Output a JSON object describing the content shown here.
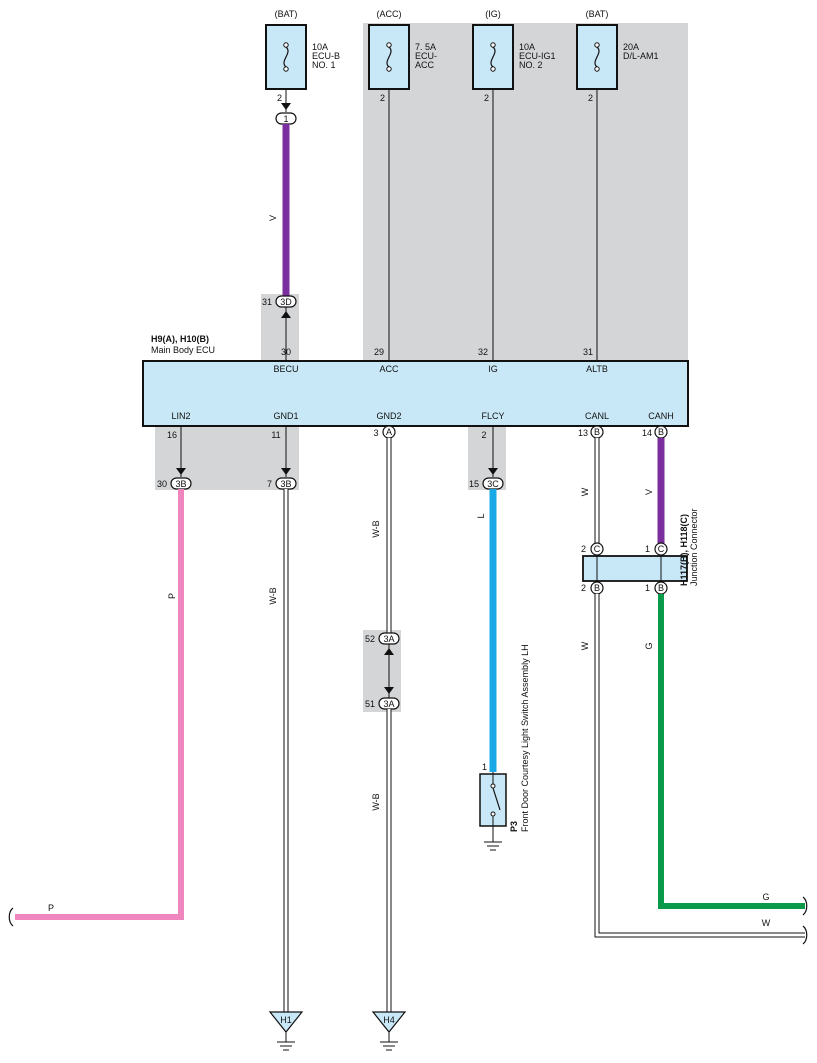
{
  "colors": {
    "violet": "#7b2f9e",
    "pink": "#ef86bd",
    "blue": "#17a9e6",
    "green": "#0a9a4a",
    "white_wire": "#ffffff",
    "panel": "#d4d5d7",
    "ecu_fill": "#c9e8f7",
    "fuse_fill": "#c9e8f7"
  },
  "fuses": [
    {
      "source": "(BAT)",
      "amp": "10A",
      "name1": "ECU-B",
      "name2": "NO. 1",
      "pin": "2"
    },
    {
      "source": "(ACC)",
      "amp": "7. 5A",
      "name1": "ECU-",
      "name2": "ACC",
      "pin": "2"
    },
    {
      "source": "(IG)",
      "amp": "10A",
      "name1": "ECU-IG1",
      "name2": "NO. 2",
      "pin": "2"
    },
    {
      "source": "(BAT)",
      "amp": "20A",
      "name1": "D/L-AM1",
      "name2": "",
      "pin": "2"
    }
  ],
  "ecu": {
    "code": "H9(A), H10(B)",
    "name": "Main Body ECU",
    "top_terminals": [
      {
        "label": "BECU",
        "pin": "30"
      },
      {
        "label": "ACC",
        "pin": "29"
      },
      {
        "label": "IG",
        "pin": "32"
      },
      {
        "label": "ALTB",
        "pin": "31"
      }
    ],
    "bottom_terminals": [
      {
        "label": "LIN2",
        "pin": "16",
        "tag": ""
      },
      {
        "label": "GND1",
        "pin": "11",
        "tag": ""
      },
      {
        "label": "GND2",
        "pin": "3",
        "tag": "A"
      },
      {
        "label": "FLCY",
        "pin": "2",
        "tag": ""
      },
      {
        "label": "CANL",
        "pin": "13",
        "tag": "B"
      },
      {
        "label": "CANH",
        "pin": "14",
        "tag": "B"
      }
    ]
  },
  "connectors": {
    "fuse_to_ecu_top": {
      "pin": "1"
    },
    "becu_junction": {
      "pin": "31",
      "tag": "3D"
    },
    "lin2_junction": {
      "pin": "30",
      "tag": "3B"
    },
    "gnd1_junction": {
      "pin": "7",
      "tag": "3B"
    },
    "flcy_junction": {
      "pin": "15",
      "tag": "3C"
    },
    "gnd2_junction_upper": {
      "pin": "52",
      "tag": "3A"
    },
    "gnd2_junction_lower": {
      "pin": "51",
      "tag": "3A"
    }
  },
  "wire_colors": {
    "becu": "V",
    "lin2": "P",
    "lin2_out": "P",
    "gnd1": "W-B",
    "gnd2_upper": "W-B",
    "gnd2_lower": "W-B",
    "flcy": "L",
    "canl_upper": "W",
    "canl_lower": "W",
    "canh_upper": "V",
    "canh_lower": "G",
    "out_g": "G",
    "out_w": "W"
  },
  "junction_connector": {
    "code": "H117(B), H118(C)",
    "name": "Junction Connector",
    "pins": [
      {
        "pin": "2",
        "tag": "C"
      },
      {
        "pin": "1",
        "tag": "C"
      },
      {
        "pin": "2",
        "tag": "B"
      },
      {
        "pin": "1",
        "tag": "B"
      }
    ]
  },
  "switch": {
    "code": "P3",
    "name": "Front Door Courtesy Light Switch Assembly LH",
    "pin": "1"
  },
  "grounds": [
    {
      "label": "H1"
    },
    {
      "label": "H4"
    }
  ]
}
